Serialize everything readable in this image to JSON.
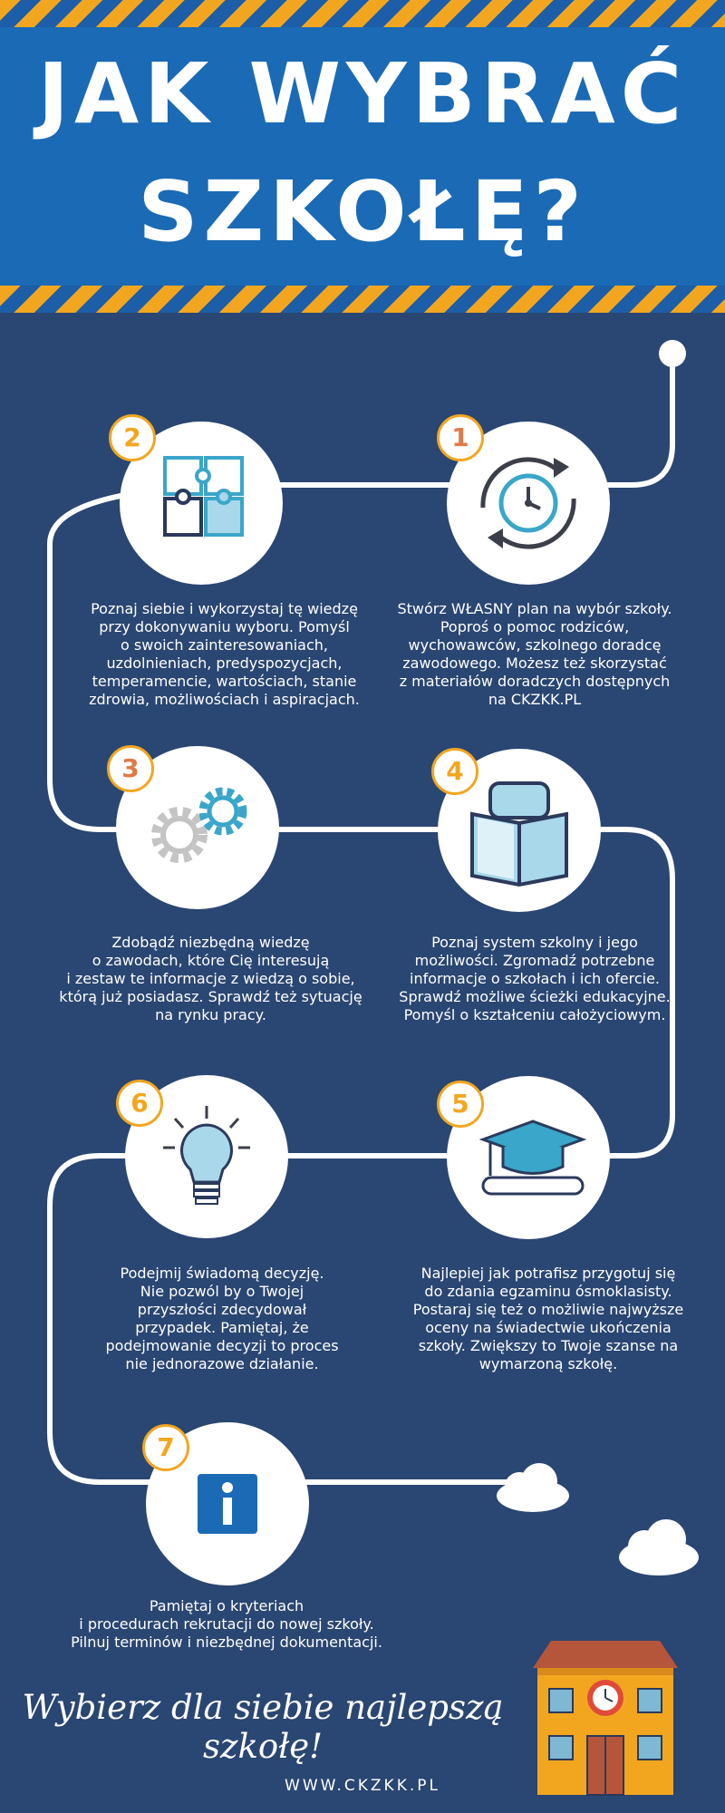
{
  "header": {
    "title_line1": "JAK WYBRAĆ",
    "title_line2": "SZKOŁĘ?"
  },
  "steps": [
    {
      "number": "1",
      "icon": "clock-cycle-icon",
      "text": "Stwórz WŁASNY plan na wybór szkoły.\nPoproś o pomoc rodziców,\nwychowawców, szkolnego doradcę\nzawodowego. Możesz też skorzystać\nz materiałów doradczych dostępnych\nna CKZKK.PL"
    },
    {
      "number": "2",
      "icon": "puzzle-icon",
      "text": "Poznaj siebie i wykorzystaj tę wiedzę\nprzy dokonywaniu wyboru. Pomyśl\no swoich zainteresowaniach,\nuzdolnieniach, predyspozycjach,\ntemperamencie, wartościach, stanie\nzdrowia, możliwościach i aspiracjach."
    },
    {
      "number": "3",
      "icon": "gears-icon",
      "text": "Zdobądź niezbędną wiedzę\no zawodach, które Cię interesują\ni zestaw te informacje z wiedzą o sobie,\nktórą już posiadasz. Sprawdź też sytuację\nna rynku pracy."
    },
    {
      "number": "4",
      "icon": "reading-book-icon",
      "text": "Poznaj system szkolny i jego\nmożliwości. Zgromadź potrzebne\ninformacje o szkołach i ich ofercie.\nSprawdź możliwe ścieżki edukacyjne.\nPomyśl o kształceniu całożyciowym."
    },
    {
      "number": "5",
      "icon": "graduation-cap-icon",
      "text": "Najlepiej jak potrafisz przygotuj się\ndo zdania egzaminu ósmoklasisty.\nPostaraj się też o możliwie najwyższe\noceny na świadectwie ukończenia\nszkoły. Zwiększy to Twoje szanse na\nwymarzoną szkołę."
    },
    {
      "number": "6",
      "icon": "lightbulb-icon",
      "text": "Podejmij świadomą decyzję.\nNie pozwól by o Twojej\nprzyszłości zdecydował\nprzypadek. Pamiętaj, że\npodejmowanie decyzji to proces\nnie jednorazowe działanie."
    },
    {
      "number": "7",
      "icon": "info-icon",
      "text": "Pamiętaj o kryteriach\ni procedurach rekrutacji do nowej szkoły.\nPilnuj terminów i niezbędnej dokumentacji."
    }
  ],
  "footer": {
    "slogan": "Wybierz dla siebie najlepszą szkołę!",
    "website": "WWW.CKZKK.PL"
  },
  "colors": {
    "background": "#2a4672",
    "header": "#1b6ab5",
    "accent": "#f2a61f",
    "badge_orange": "#e07a4a"
  }
}
